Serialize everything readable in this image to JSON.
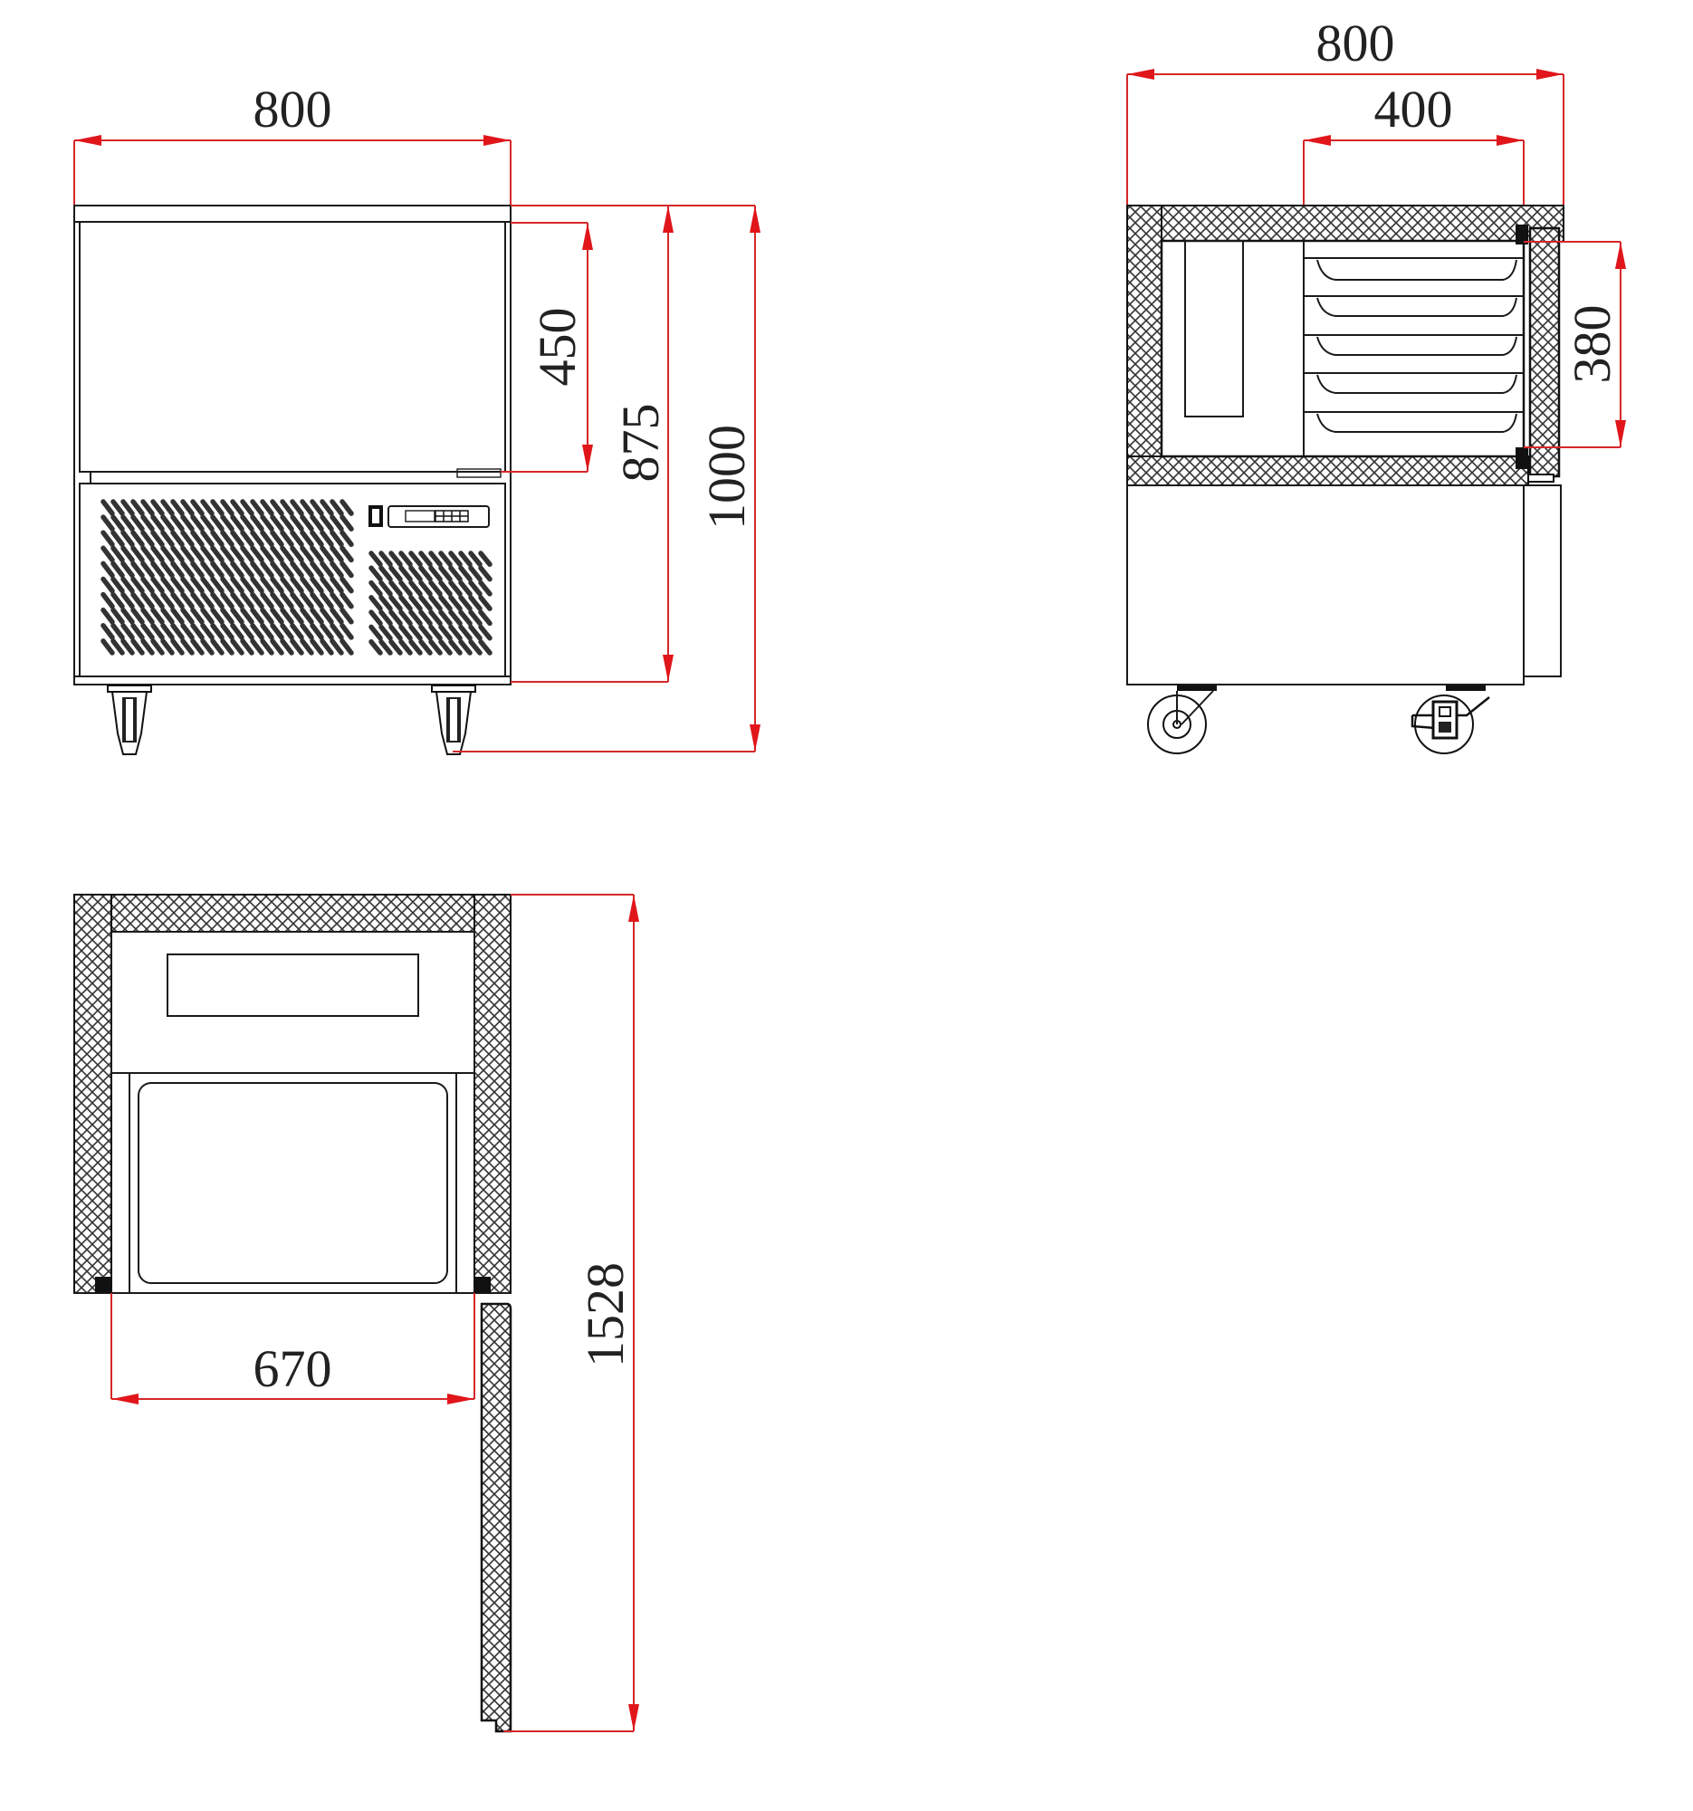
{
  "drawing": {
    "title": "Blast chiller technical dimension drawing",
    "units": "mm",
    "colors": {
      "outline": "#1a1a1a",
      "dimension": "#d62728",
      "arrow": "#e0161b",
      "background": "#ffffff"
    }
  },
  "views": {
    "front": {
      "name": "front elevation",
      "dimensions": {
        "width": "800",
        "door_height": "450",
        "body_height": "875",
        "total_height": "1000"
      },
      "components": [
        "top slab",
        "door",
        "ventilation grille large",
        "ventilation grille small",
        "control panel",
        "casters"
      ]
    },
    "side": {
      "name": "side section",
      "dimensions": {
        "depth": "800",
        "tray_depth": "400",
        "internal_height": "380"
      },
      "tray_count": 5,
      "components": [
        "insulated cabinet",
        "evaporator",
        "tray racks",
        "door",
        "compressor housing",
        "swivel caster",
        "braked caster"
      ]
    },
    "plan": {
      "name": "plan section",
      "dimensions": {
        "door_opening": "670",
        "depth_with_door_open": "1528"
      },
      "components": [
        "insulated walls",
        "evaporator housing",
        "gastronorm pan",
        "open door"
      ]
    }
  }
}
